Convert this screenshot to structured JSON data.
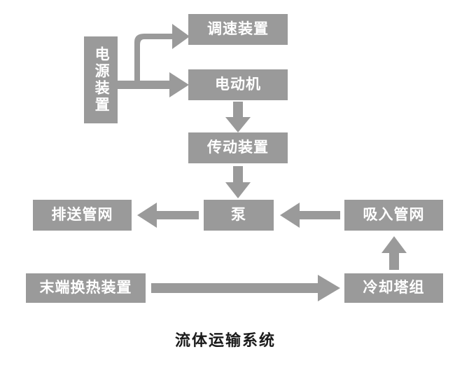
{
  "diagram": {
    "title": "流体运输系统",
    "node_color": "#9a9a9a",
    "arrow_color": "#9a9a9a",
    "text_color": "#ffffff",
    "caption_color": "#1a1a1a",
    "nodes": [
      {
        "id": "power",
        "label": "电源装置",
        "orientation": "vertical"
      },
      {
        "id": "governor",
        "label": "调速装置",
        "orientation": "horizontal"
      },
      {
        "id": "motor",
        "label": "电动机",
        "orientation": "horizontal"
      },
      {
        "id": "transmission",
        "label": "传动装置",
        "orientation": "horizontal"
      },
      {
        "id": "pump",
        "label": "泵",
        "orientation": "horizontal"
      },
      {
        "id": "discharge",
        "label": "排送管网",
        "orientation": "horizontal"
      },
      {
        "id": "suction",
        "label": "吸入管网",
        "orientation": "horizontal"
      },
      {
        "id": "terminal",
        "label": "末端换热装置",
        "orientation": "horizontal"
      },
      {
        "id": "cooling",
        "label": "冷却塔组",
        "orientation": "horizontal"
      }
    ],
    "edges": [
      {
        "from": "power",
        "to": "governor",
        "direction": "up-right"
      },
      {
        "from": "power",
        "to": "motor",
        "direction": "right"
      },
      {
        "from": "motor",
        "to": "transmission",
        "direction": "down"
      },
      {
        "from": "transmission",
        "to": "pump",
        "direction": "down"
      },
      {
        "from": "pump",
        "to": "discharge",
        "direction": "left"
      },
      {
        "from": "suction",
        "to": "pump",
        "direction": "left"
      },
      {
        "from": "cooling",
        "to": "suction",
        "direction": "up"
      },
      {
        "from": "terminal",
        "to": "cooling",
        "direction": "right"
      }
    ]
  }
}
